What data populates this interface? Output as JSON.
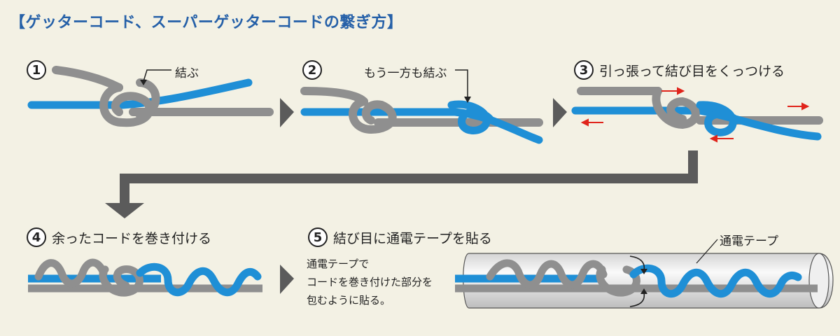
{
  "title": "【ゲッターコード、スーパーゲッターコードの繋ぎ方】",
  "steps": [
    {
      "num": "1",
      "label": ""
    },
    {
      "num": "2",
      "label": ""
    },
    {
      "num": "3",
      "label": "引っ張って結び目をくっつける"
    },
    {
      "num": "4",
      "label": "余ったコードを巻き付ける"
    },
    {
      "num": "5",
      "label": "結び目に通電テープを貼る"
    }
  ],
  "callouts": {
    "tie": "結ぶ",
    "tie_other": "もう一方も結ぶ",
    "tape": "通電テープ"
  },
  "note": [
    "通電テープで",
    "コードを巻き付けた部分を",
    "包むように貼る。"
  ],
  "colors": {
    "background": "#f3f1e4",
    "title": "#2560a8",
    "blue_cord": "#1f8fd6",
    "gray_cord": "#8f8f8f",
    "arrow": "#5b5b5b",
    "pull_arrow": "#e0241b",
    "tape": "#eaeaea"
  }
}
